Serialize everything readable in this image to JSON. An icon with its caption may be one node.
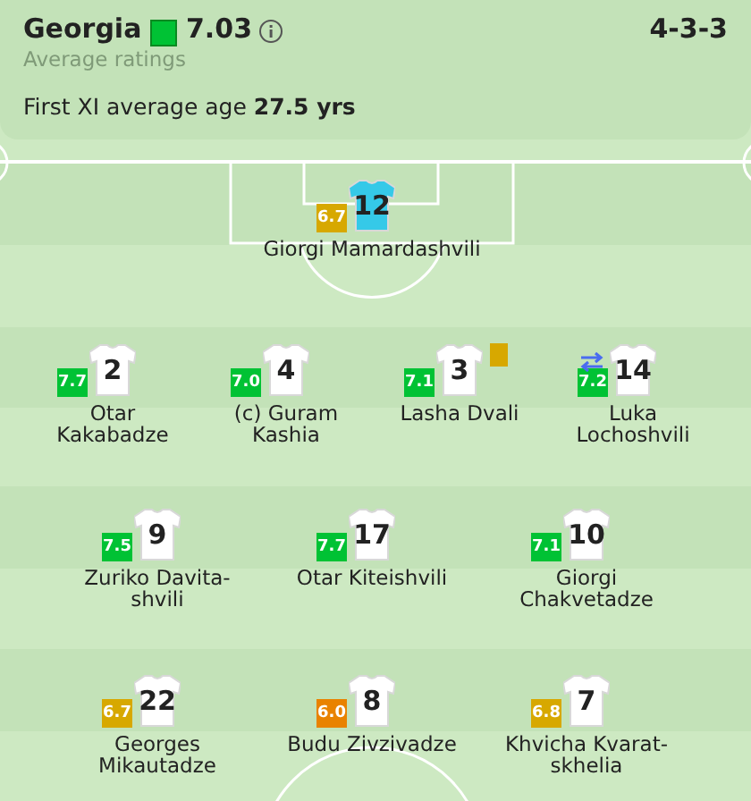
{
  "diagram": {
    "nodes": [
      {
        "text": [
          "Georgia",
          "7.03",
          "Average ratings",
          "First XI average age **27.5 yrs**",
          "4-3-3"
        ]
      },
      {
        "text": [
          "12"
        ],
        "beside": [
          "Giorgi Mamardashvili"
        ]
      },
      {
        "text": [
          "6.7"
        ]
      },
      {
        "text": [
          "2"
        ],
        "beside": [
          "Otar Kakabadze"
        ]
      },
      {
        "text": [
          "7.7"
        ]
      },
      {
        "text": [
          "4"
        ],
        "beside": [
          "(c) Guram Kashia"
        ]
      },
      {
        "text": [
          "7.0"
        ]
      },
      {
        "text": [
          "3"
        ],
        "beside": [
          "Lasha Dvali"
        ]
      },
      {
        "text": [
          "7.1"
        ]
      },
      {
        "text": [
          "14"
        ],
        "beside": [
          "Luka Lochoshvili"
        ]
      },
      {
        "text": [
          "7.2"
        ]
      },
      {
        "text": [
          "9"
        ],
        "beside": [
          "Zuriko Davita-shvili"
        ]
      },
      {
        "text": [
          "7.5"
        ]
      },
      {
        "text": [
          "17"
        ],
        "beside": [
          "Otar Kiteishvili"
        ]
      },
      {
        "text": [
          "7.7"
        ]
      },
      {
        "text": [
          "10"
        ],
        "beside": [
          "Giorgi Chakvetadze"
        ]
      },
      {
        "text": [
          "7.1"
        ]
      },
      {
        "text": [
          "22"
        ],
        "beside": [
          "Georges Mikautadze"
        ]
      },
      {
        "text": [
          "6.7"
        ]
      },
      {
        "text": [
          "8"
        ],
        "beside": [
          "Budu Zivzivadze"
        ]
      },
      {
        "text": [
          "6.0"
        ]
      },
      {
        "text": [
          "7"
        ],
        "beside": [
          "Khvicha Kvarat-skhelia"
        ]
      },
      {
        "text": [
          "6.8"
        ]
      }
    ],
    "edges": []
  }
}
